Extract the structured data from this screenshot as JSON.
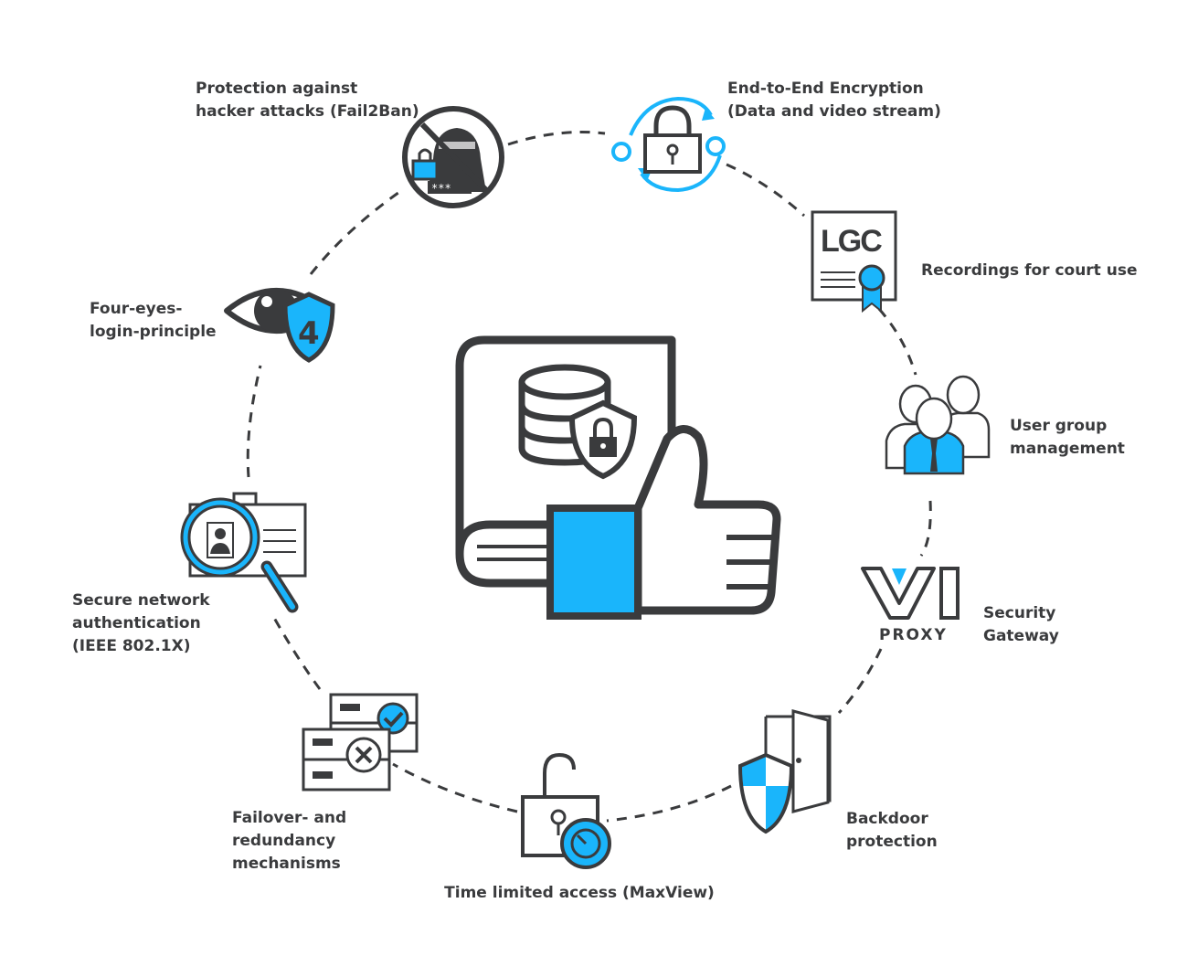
{
  "colors": {
    "dark": "#3a3b3d",
    "accent": "#1ab5fb",
    "background": "#ffffff",
    "dash": "#3a3b3d"
  },
  "center": {
    "name": "security-book-thumbs-up",
    "icons": [
      "book-icon",
      "database-icon",
      "shield-lock-icon",
      "thumbs-up-icon"
    ]
  },
  "features": [
    {
      "id": "fail2ban",
      "icon": "no-hacker-icon",
      "lines": [
        "Protection against",
        "hacker attacks (Fail2Ban)"
      ]
    },
    {
      "id": "encryption",
      "icon": "encryption-lock-icon",
      "lines": [
        "End-to-End Encryption",
        "(Data and video stream)"
      ]
    },
    {
      "id": "court",
      "icon": "certificate-icon",
      "badge": "LGC",
      "lines": [
        "Recordings for court use"
      ]
    },
    {
      "id": "usergroup",
      "icon": "user-group-icon",
      "lines": [
        "User group",
        "management"
      ]
    },
    {
      "id": "gateway",
      "icon": "vi-proxy-logo",
      "logo_text": "PROXY",
      "lines": [
        "Security",
        "Gateway"
      ]
    },
    {
      "id": "backdoor",
      "icon": "door-shield-icon",
      "lines": [
        "Backdoor",
        "protection"
      ]
    },
    {
      "id": "timelimit",
      "icon": "timer-lock-icon",
      "lines": [
        "Time limited access (MaxView)"
      ]
    },
    {
      "id": "failover",
      "icon": "server-failover-icon",
      "lines": [
        "Failover- and",
        "redundancy",
        "mechanisms"
      ]
    },
    {
      "id": "network",
      "icon": "id-search-icon",
      "lines": [
        "Secure network",
        "authentication",
        "(IEEE 802.1X)"
      ]
    },
    {
      "id": "foureyes",
      "icon": "eye-shield-icon",
      "badge": "4",
      "lines": [
        "Four-eyes-",
        "login-principle"
      ]
    }
  ]
}
